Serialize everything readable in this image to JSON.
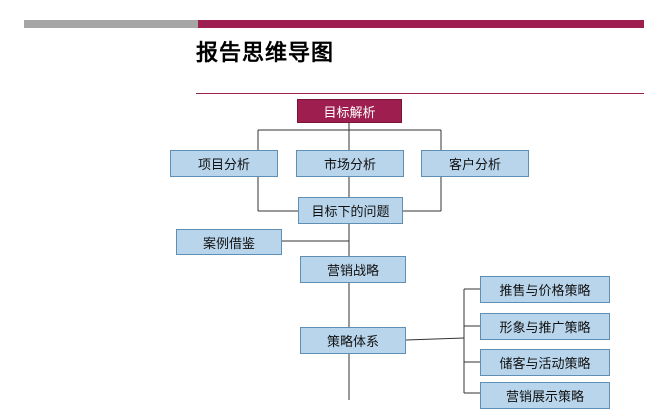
{
  "title": "报告思维导图",
  "colors": {
    "accent": "#9e1f4f",
    "gray_bar": "#a6a6a6",
    "node_fill": "#b8d5ec",
    "node_border": "#5f8fb5",
    "line": "#333333"
  },
  "nodes": {
    "root": "目标解析",
    "project_analysis": "项目分析",
    "market_analysis": "市场分析",
    "customer_analysis": "客户分析",
    "goal_problems": "目标下的问题",
    "case_reference": "案例借鉴",
    "marketing_strategy": "营销战略",
    "strategy_system": "策略体系",
    "sales_pricing": "推售与价格策略",
    "image_promotion": "形象与推广策略",
    "reserve_activity": "储客与活动策略",
    "display": "营销展示策略"
  }
}
